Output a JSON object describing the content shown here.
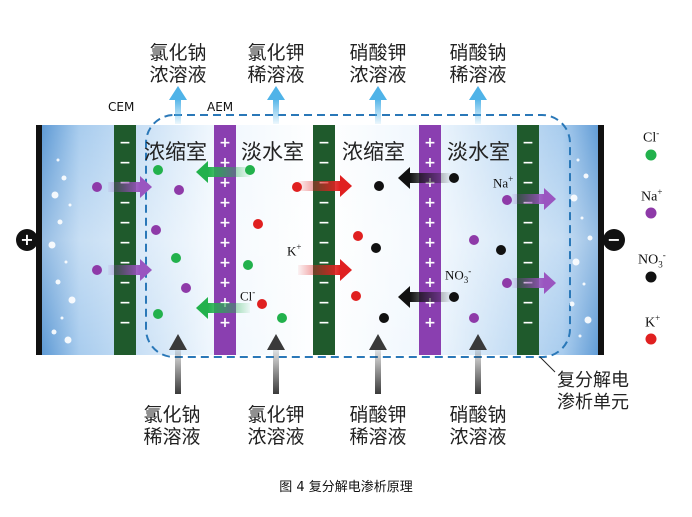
{
  "top_labels": [
    {
      "line1": "氯化钠",
      "line2": "浓溶液"
    },
    {
      "line1": "氯化钾",
      "line2": "稀溶液"
    },
    {
      "line1": "硝酸钾",
      "line2": "浓溶液"
    },
    {
      "line1": "硝酸钠",
      "line2": "稀溶液"
    }
  ],
  "bottom_labels": [
    {
      "line1": "氯化钠",
      "line2": "稀溶液"
    },
    {
      "line1": "氯化钾",
      "line2": "浓溶液"
    },
    {
      "line1": "硝酸钾",
      "line2": "稀溶液"
    },
    {
      "line1": "硝酸钠",
      "line2": "浓溶液"
    }
  ],
  "chambers": [
    "浓缩室",
    "淡水室",
    "浓缩室",
    "淡水室"
  ],
  "membranes": {
    "cem": "CEM",
    "aem": "AEM"
  },
  "ion_labels": {
    "cl": "Cl",
    "cl_sup": "-",
    "k": "K",
    "k_sup": "+",
    "na": "Na",
    "na_sup": "+",
    "no3": "NO",
    "no3_sub": "3",
    "no3_sup": "-"
  },
  "legend": [
    {
      "ion": "Cl",
      "sup": "-",
      "color": "#22b14c"
    },
    {
      "ion": "Na",
      "sup": "+",
      "color": "#8e3aa8"
    },
    {
      "ion": "NO",
      "sub": "3",
      "sup": "-",
      "color": "#111111"
    },
    {
      "ion": "K",
      "sup": "+",
      "color": "#e02020"
    }
  ],
  "electrodes": {
    "anode": "+",
    "cathode": "−"
  },
  "membrane_signs": {
    "cem": "−",
    "aem": "+"
  },
  "unit_label": {
    "line1": "复分解电",
    "line2": "渗析单元"
  },
  "caption": "图 4 复分解电渗析原理",
  "colors": {
    "cem": "#1f5a2c",
    "aem": "#8a3fb0",
    "water": "#bcd8f2",
    "dash": "#2a78b8"
  }
}
